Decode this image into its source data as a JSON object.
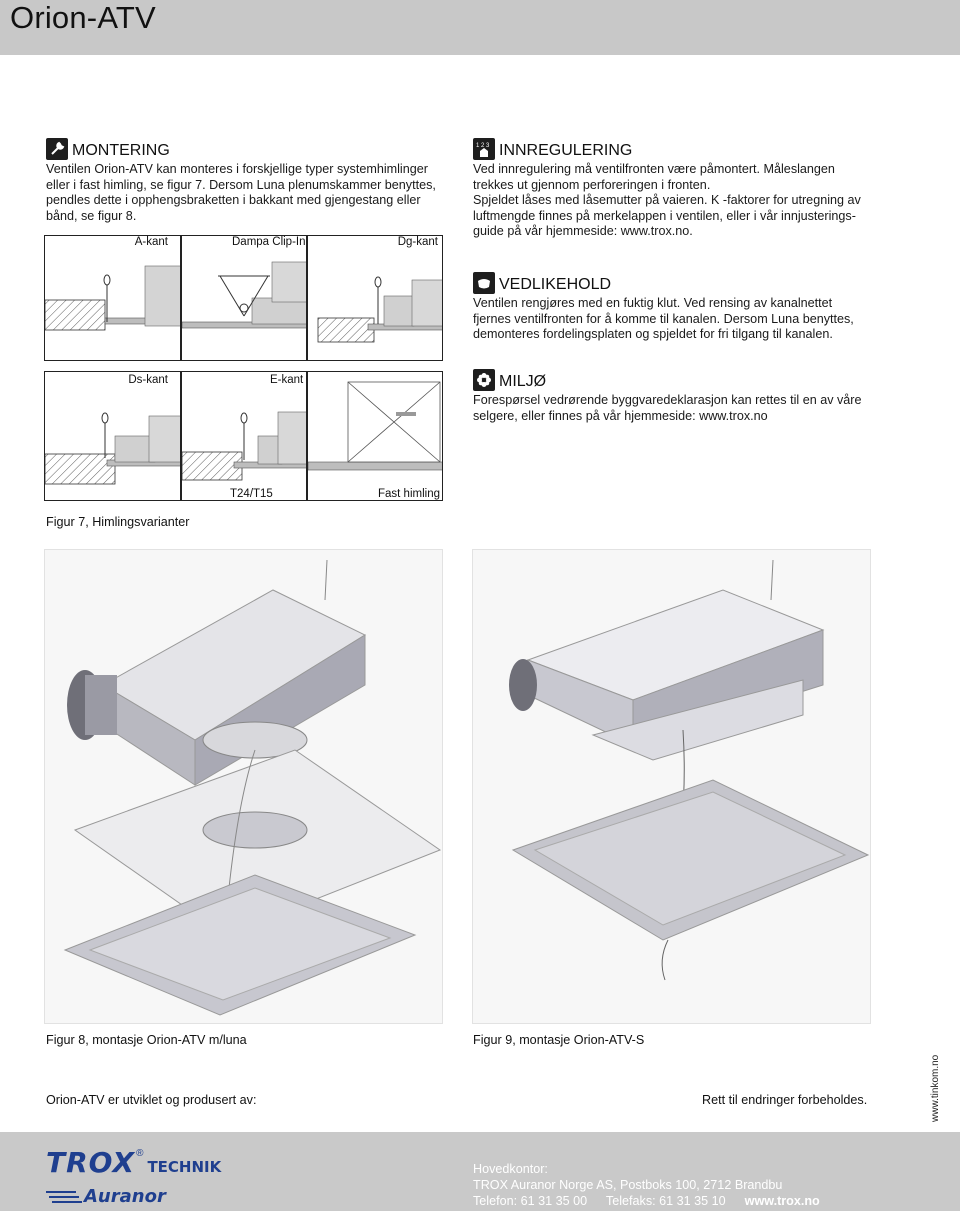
{
  "title": "Orion-ATV",
  "montering": {
    "heading": "MONTERING",
    "lines": [
      "Ventilen Orion-ATV kan monteres i forskjellige typer systemhimlinger",
      "eller i fast himling, se figur 7. Dersom Luna plenumskammer benyttes,",
      "pendles dette i opphengsbraketten i bakkant med gjengestang eller",
      "bånd, se figur 8."
    ]
  },
  "innregulering": {
    "heading": "INNREGULERING",
    "lines": [
      "Ved innregulering må ventilfronten være påmontert. Måleslangen",
      "trekkes ut gjennom perforeringen i fronten.",
      "Spjeldet låses med låsemutter på vaieren. K -faktorer for utregning av",
      "luftmengde finnes på merkelappen i ventilen, eller i vår innjusterings-",
      "guide på vår hjemmeside: www.trox.no."
    ]
  },
  "vedlikehold": {
    "heading": "VEDLIKEHOLD",
    "lines": [
      "Ventilen rengjøres med en fuktig klut. Ved rensing av kanalnettet",
      "fjernes ventilfronten for å komme til kanalen. Dersom Luna benyttes,",
      "demonteres fordelingsplaten og spjeldet for fri tilgang til kanalen."
    ]
  },
  "miljo": {
    "heading": "MILJØ",
    "lines": [
      "Forespørsel vedrørende byggvaredeklarasjon kan rettes til en av våre",
      "selgere, eller finnes på vår hjemmeside: www.trox.no"
    ]
  },
  "figure7": {
    "labels": {
      "a_kant": "A-kant",
      "dampa": "Dampa Clip-In",
      "dg_kant": "Dg-kant",
      "ds_kant": "Ds-kant",
      "e_kant": "E-kant",
      "t24": "T24/T15",
      "fast": "Fast himling"
    },
    "caption": "Figur 7, Himlingsvarianter"
  },
  "figure8": {
    "caption": "Figur 8, montasje Orion-ATV m/luna"
  },
  "figure9": {
    "caption": "Figur 9, montasje Orion-ATV-S"
  },
  "manufacturer_line": "Orion-ATV er utviklet og produsert av:",
  "disclaimer": "Rett til endringer forbeholdes.",
  "vertical_credit": "www.tinkom.no",
  "footer": {
    "logo_trox": "TROX",
    "logo_technik": "TECHNIK",
    "logo_auranor": "Auranor",
    "hq_label": "Hovedkontor:",
    "address": "TROX Auranor Norge AS, Postboks 100, 2712 Brandbu",
    "phone": "Telefon: 61 31 35 00",
    "fax": "Telefaks: 61 31 35 10",
    "web": "www.trox.no"
  },
  "colors": {
    "topbar": "#c8c8c8",
    "footer": "#c9c9c9",
    "logo_blue": "#1f3f8f"
  }
}
